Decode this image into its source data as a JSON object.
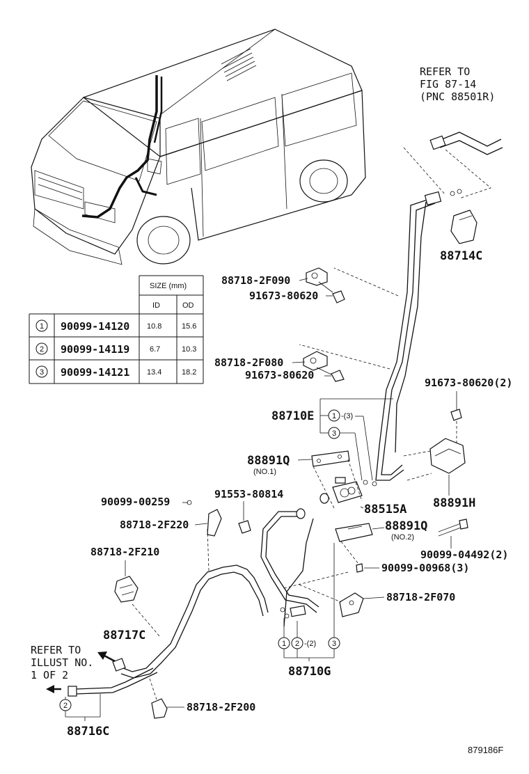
{
  "refer_top": {
    "line1": "REFER TO",
    "line2": "FIG 87-14",
    "line3": "(PNC 88501R)"
  },
  "refer_bottom": {
    "line1": "REFER TO",
    "line2": "ILLUST NO.",
    "line3": "1 OF 2"
  },
  "table": {
    "header_size": "SIZE (mm)",
    "header_id": "ID",
    "header_od": "OD",
    "rows": [
      {
        "num": "1",
        "part": "90099-14120",
        "id": "10.8",
        "od": "15.6"
      },
      {
        "num": "2",
        "part": "90099-14119",
        "id": "6.7",
        "od": "10.3"
      },
      {
        "num": "3",
        "part": "90099-14121",
        "id": "13.4",
        "od": "18.2"
      }
    ]
  },
  "labels": {
    "p88714C": "88714C",
    "p88718_2F090": "88718-2F090",
    "p91673_80620_a": "91673-80620",
    "p88718_2F080": "88718-2F080",
    "p91673_80620_b": "91673-80620",
    "p91673_80620_2": "91673-80620(2)",
    "p88710E": "88710E",
    "callout_3_paren": "-(3)",
    "p88891Q_1": "88891Q",
    "no1": "(NO.1)",
    "p90099_00259": "90099-00259",
    "p91553_80814": "91553-80814",
    "p88515A": "88515A",
    "p88891H": "88891H",
    "p88718_2F220": "88718-2F220",
    "p88891Q_2": "88891Q",
    "no2": "(NO.2)",
    "p90099_04492": "90099-04492(2)",
    "p88718_2F210": "88718-2F210",
    "p90099_00968": "90099-00968(3)",
    "p88718_2F070": "88718-2F070",
    "p88717C": "88717C",
    "callout_2_paren": "-(2)",
    "p88710G": "88710G",
    "p88718_2F200": "88718-2F200",
    "p88716C": "88716C",
    "figure_id": "879186F"
  },
  "callouts": {
    "c1": "1",
    "c2": "2",
    "c3": "3"
  }
}
